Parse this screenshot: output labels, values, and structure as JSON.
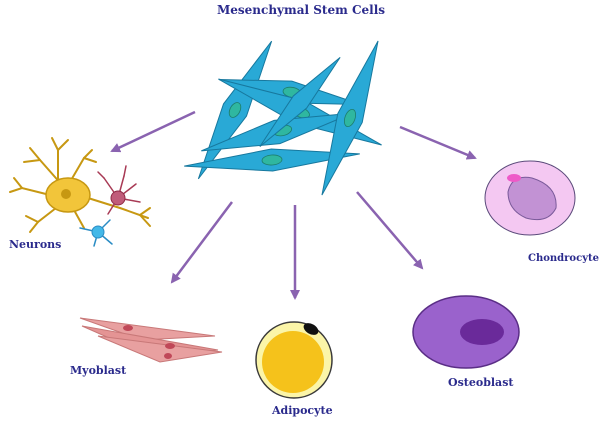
{
  "title": "Mesenchymal Stem Cells",
  "cells": {
    "neurons": "Neurons",
    "myoblast": "Myoblast",
    "adipocyte": "Adipocyte",
    "osteoblast": "Osteoblast",
    "chondrocyte": "Chondrocyte"
  },
  "colors": {
    "stem_cell": "#29a9d6",
    "stem_nucleus": "#2fb7a0",
    "arrow": "#8a63b0",
    "label": "#2a2a8c",
    "neuron": "#f2c53a",
    "neuron_small": "#b0405a",
    "neuron_blue": "#43b8e8",
    "myoblast": "#e8a0a0",
    "adipocyte": "#f5c21b",
    "osteoblast": "#8e56c4",
    "chondrocyte": "#f4c8f2"
  }
}
